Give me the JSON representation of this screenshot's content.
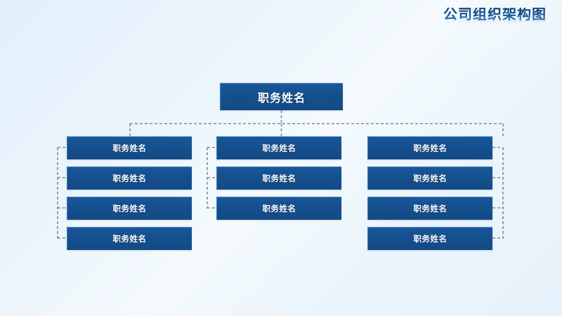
{
  "slide": {
    "title": "公司组织架构图",
    "background_top": "#e3f0fb",
    "background_bottom": "#e6f2fb",
    "node_color": "#15508f",
    "connector_color": "#7f8c92",
    "title_color": "#14508f"
  },
  "chart": {
    "type": "org-chart",
    "root": {
      "label": "职务姓名"
    },
    "columns": [
      {
        "name": "left-branch",
        "nodes": [
          {
            "label": "职务姓名"
          },
          {
            "label": "职务姓名"
          },
          {
            "label": "职务姓名"
          },
          {
            "label": "职务姓名"
          }
        ]
      },
      {
        "name": "middle-branch",
        "nodes": [
          {
            "label": "职务姓名"
          },
          {
            "label": "职务姓名"
          },
          {
            "label": "职务姓名"
          }
        ]
      },
      {
        "name": "right-branch",
        "nodes": [
          {
            "label": "职务姓名"
          },
          {
            "label": "职务姓名"
          },
          {
            "label": "职务姓名"
          },
          {
            "label": "职务姓名"
          }
        ]
      }
    ]
  }
}
